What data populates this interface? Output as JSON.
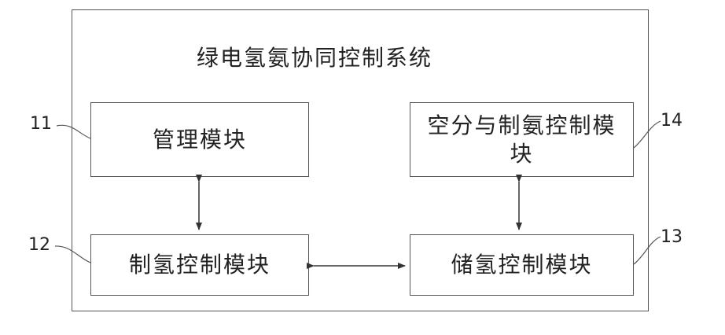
{
  "diagram": {
    "title": "绿电氢氨协同控制系统",
    "modules": {
      "management": {
        "label": "管理模块",
        "ref": "11"
      },
      "h2_production": {
        "label": "制氢控制模块",
        "ref": "12"
      },
      "h2_storage": {
        "label": "储氢控制模块",
        "ref": "13"
      },
      "air_ammonia": {
        "label": "空分与制氨控制模块",
        "ref": "14"
      }
    }
  }
}
